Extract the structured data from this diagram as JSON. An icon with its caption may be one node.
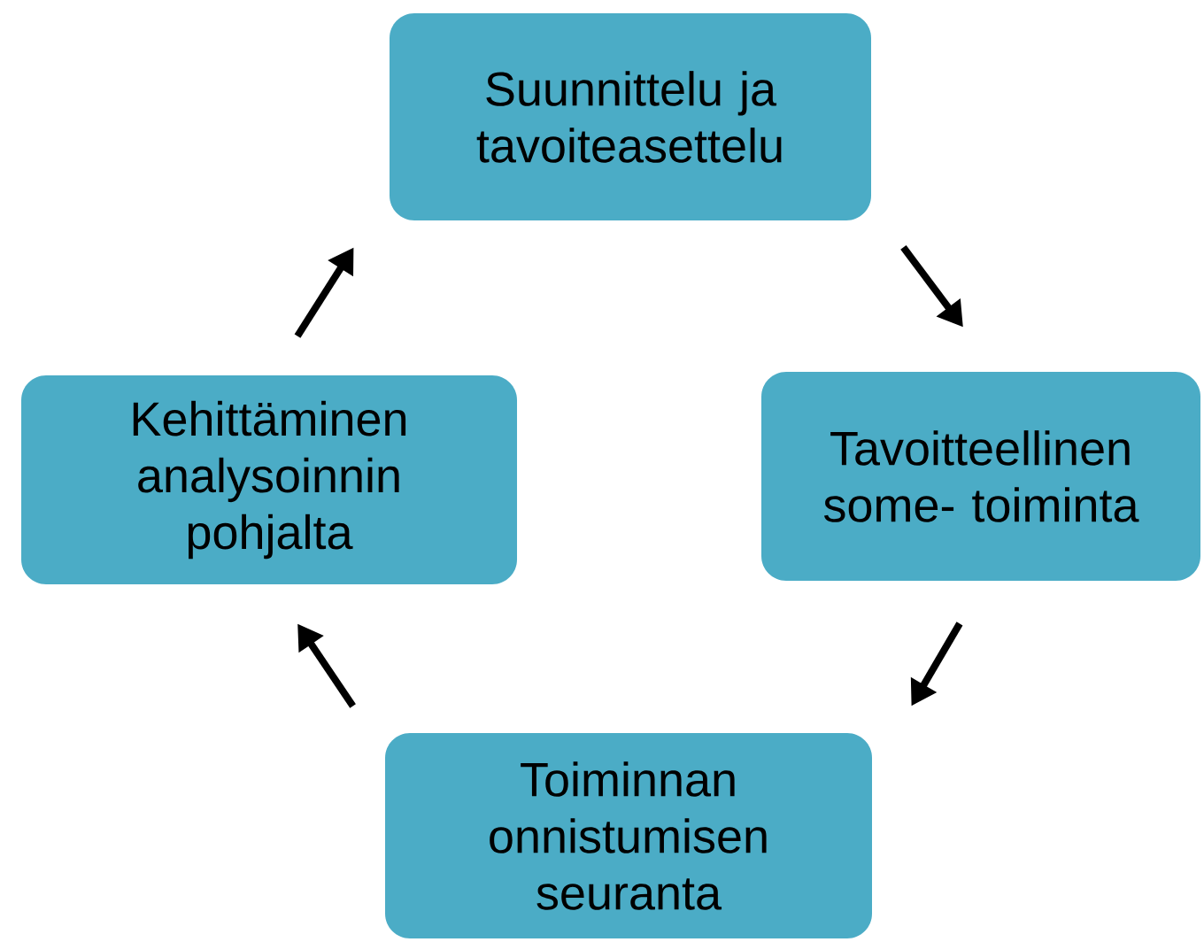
{
  "diagram": {
    "nodes": [
      {
        "text": [
          "Suunnittelu ja tavoiteasettelu"
        ]
      },
      {
        "text": [
          "Tavoitteellinen some- toiminta"
        ]
      },
      {
        "text": [
          "Toiminnan onnistumisen seuranta"
        ]
      },
      {
        "text": [
          "Kehittäminen analysoinnin pohjalta"
        ]
      }
    ],
    "edges": [
      {
        "from": 0,
        "to": 1,
        "arrow": "to"
      },
      {
        "from": 1,
        "to": 2,
        "arrow": "to"
      },
      {
        "from": 2,
        "to": 3,
        "arrow": "to"
      },
      {
        "from": 3,
        "to": 0,
        "arrow": "to"
      }
    ]
  }
}
